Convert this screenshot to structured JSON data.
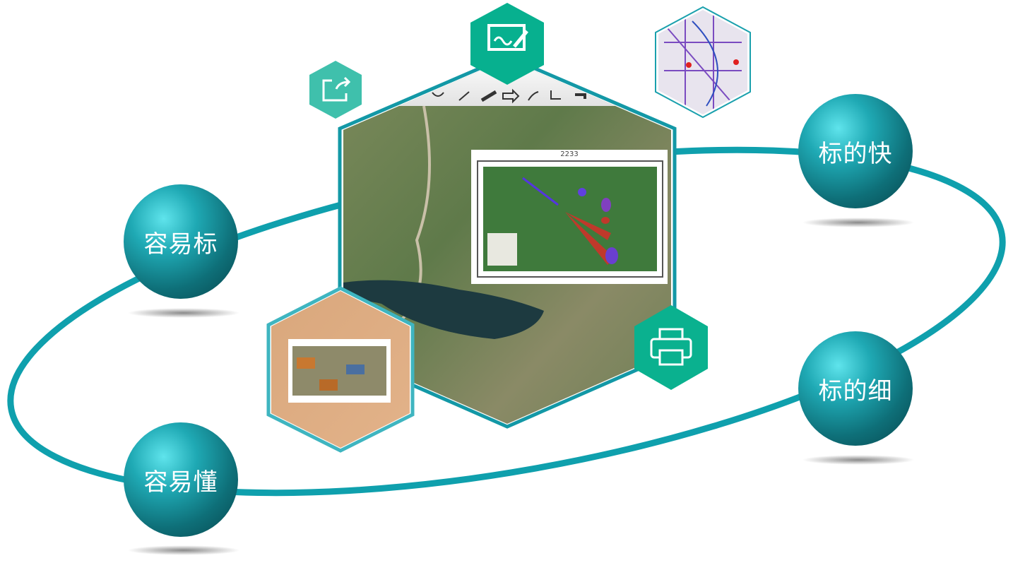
{
  "features": [
    {
      "label": "容易标",
      "icon": "sphere"
    },
    {
      "label": "容易懂",
      "icon": "sphere"
    },
    {
      "label": "标的快",
      "icon": "sphere"
    },
    {
      "label": "标的细",
      "icon": "sphere"
    }
  ],
  "center_map": {
    "title": "2233"
  },
  "icons": [
    "drawing-board-icon",
    "share-icon",
    "printer-icon",
    "metro-map-thumbnail",
    "desert-map-thumbnail"
  ],
  "colors": {
    "ring": "#0fa0ad",
    "hex_green": "#07b08f",
    "hex_light": "#3fc0ac",
    "hex_border": "#1398a6"
  }
}
